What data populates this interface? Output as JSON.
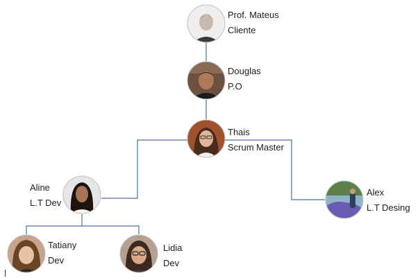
{
  "members": {
    "mateus": {
      "name": "Prof. Mateus",
      "role": "Cliente",
      "tone": "#d8d8d8",
      "hair": "#5c5c5c"
    },
    "douglas": {
      "name": "Douglas",
      "role": "P.O",
      "tone": "#b07a5a",
      "hair": "#2b1d14"
    },
    "thais": {
      "name": "Thais",
      "role": "Scrum Master",
      "tone": "#e2b596",
      "hair": "#4a2a1a"
    },
    "aline": {
      "name": "Aline",
      "role": "L.T Dev",
      "tone": "#a87458",
      "hair": "#1e140f"
    },
    "alex": {
      "name": "Alex",
      "role": "L.T Desing",
      "tone": "#6b5bb5",
      "hair": "#3a6e8f"
    },
    "tatiany": {
      "name": "Tatiany",
      "role": "Dev",
      "tone": "#e8c0a4",
      "hair": "#6b4424"
    },
    "lidia": {
      "name": "Lidia",
      "role": "Dev",
      "tone": "#d9a98a",
      "hair": "#3d2a1e"
    }
  },
  "colors": {
    "connector": "#4a6fa5",
    "text": "#1f1f1f"
  }
}
